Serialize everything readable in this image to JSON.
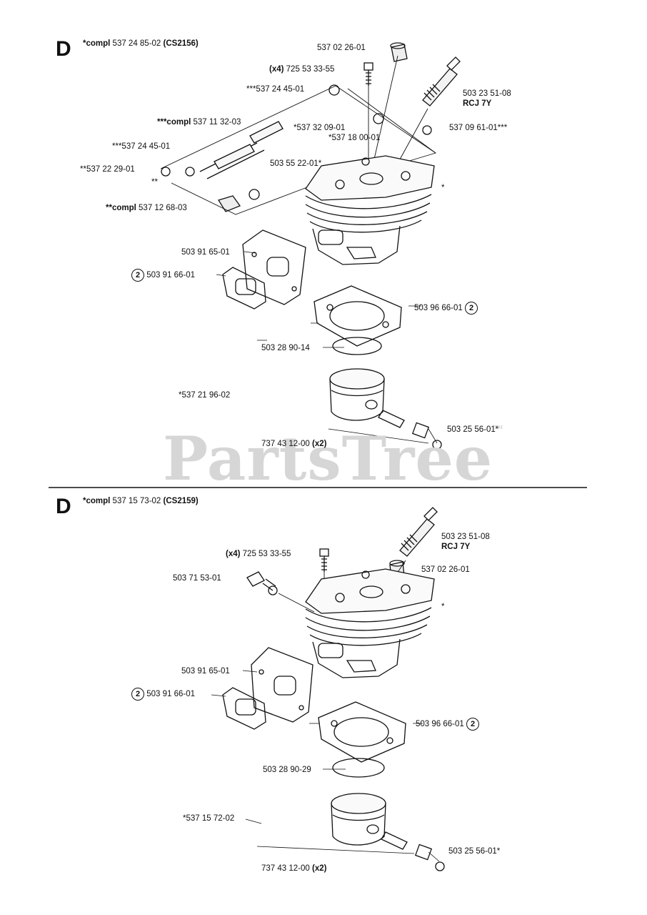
{
  "watermark": "PartsTree",
  "sections": [
    {
      "letter": "D",
      "title_prefix": "*compl",
      "title_number": "537 24 85-02",
      "title_model": "(CS2156)",
      "labels": {
        "l1": "537 02 26-01",
        "l2_bold": "(x4)",
        "l2": "725 53 33-55",
        "l3": "***537 24 45-01",
        "l4_a": "503 23 51-08",
        "l4_b": "RCJ 7Y",
        "l5_prefix": "***compl",
        "l5": "537 11 32-03",
        "l6": "*537 32 09-01",
        "l7": "*537 18 00-01",
        "l8": "537 09 61-01***",
        "l9": "***537 24 45-01",
        "l10": "503 55 22-01*",
        "l11": "**537 22 29-01",
        "l12": "**",
        "l13": "*",
        "l14_prefix": "**compl",
        "l14": "537 12 68-03",
        "l15": "503 91 65-01",
        "l16": "503 91 66-01",
        "l16_ref": "2",
        "l17": "503 96 66-01",
        "l17_ref": "2",
        "l18": "503 28 90-14",
        "l19": "*537 21 96-02",
        "l20": "503 25 56-01*",
        "l21": "737 43 12-00",
        "l21_bold": "(x2)"
      }
    },
    {
      "letter": "D",
      "title_prefix": "*compl",
      "title_number": "537 15 73-02",
      "title_model": "(CS2159)",
      "labels": {
        "l1_a": "503 23 51-08",
        "l1_b": "RCJ 7Y",
        "l2_bold": "(x4)",
        "l2": "725 53 33-55",
        "l3": "537 02 26-01",
        "l4": "503 71 53-01",
        "l5": "*",
        "l6": "503 91 65-01",
        "l7": "503 91 66-01",
        "l7_ref": "2",
        "l8": "503 96 66-01",
        "l8_ref": "2",
        "l9": "503 28 90-29",
        "l10": "*537 15 72-02",
        "l11": "503 25 56-01*",
        "l12": "737 43 12-00",
        "l12_bold": "(x2)"
      }
    }
  ]
}
